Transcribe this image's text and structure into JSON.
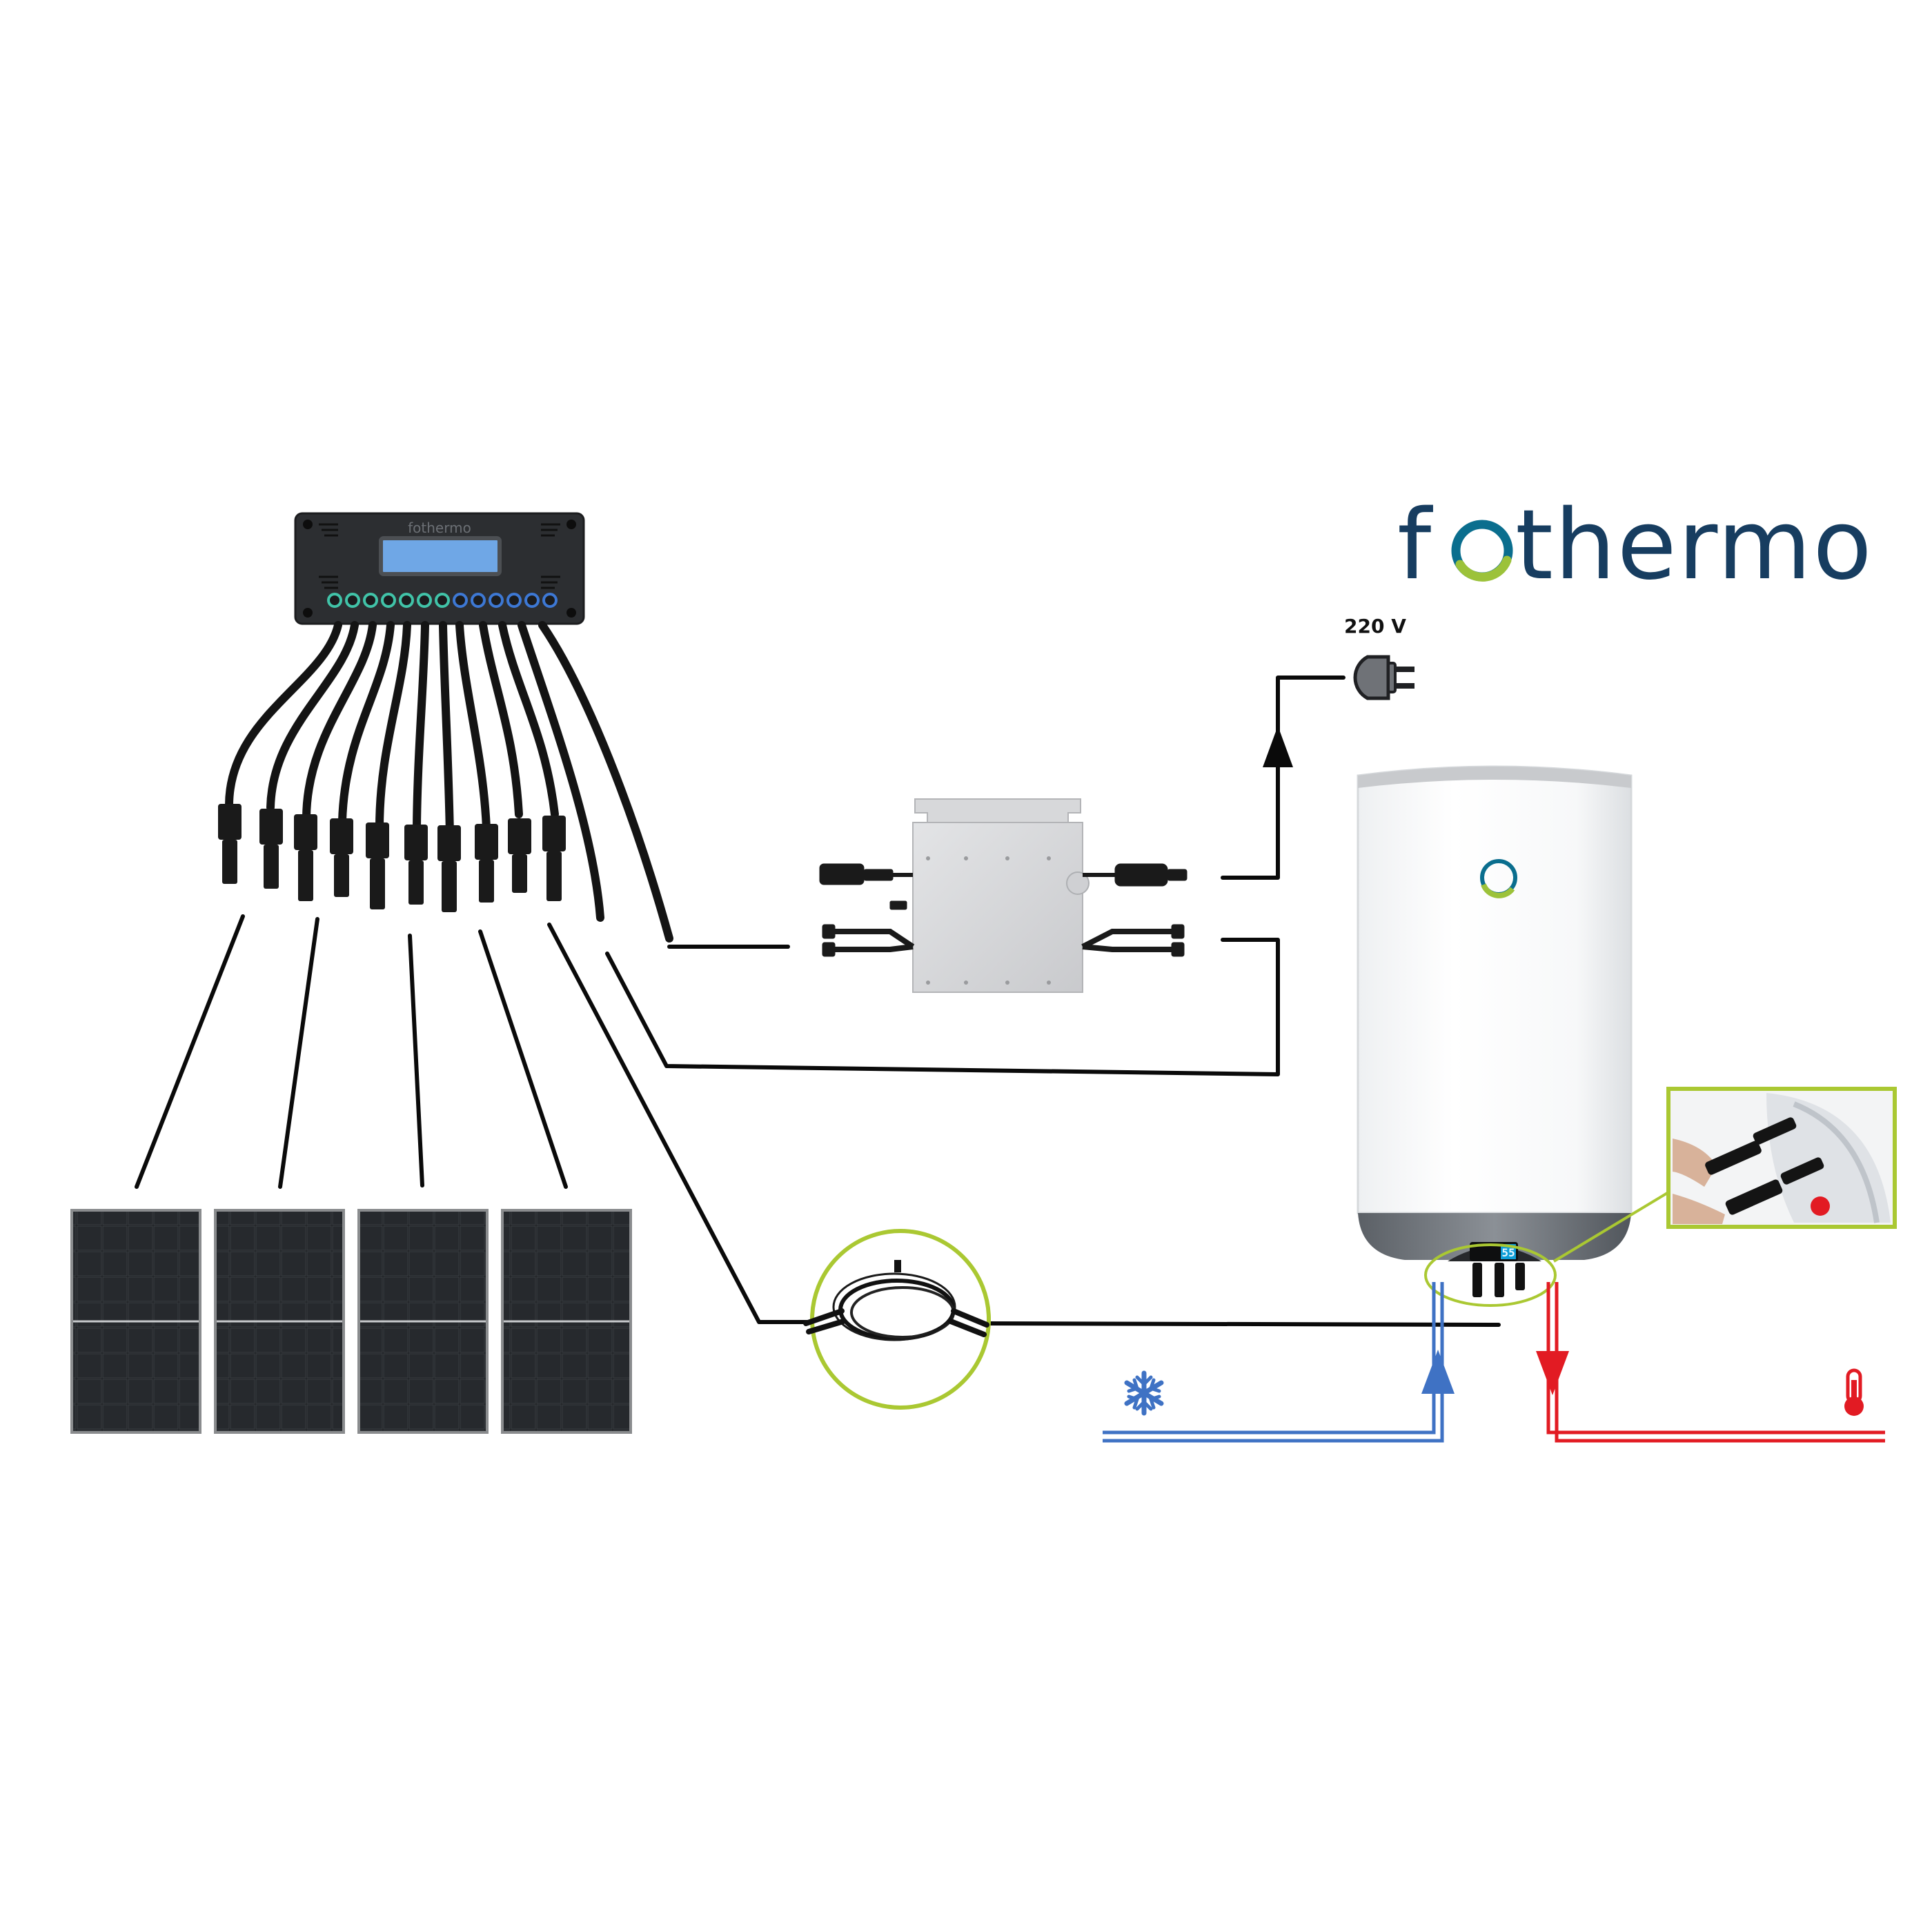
{
  "brand": {
    "name_prefix": "f",
    "name_suffix": "thermo",
    "text_color": "#173d60",
    "ring_colors": [
      "#0a6e8e",
      "#9cc23a"
    ]
  },
  "power_plug": {
    "label": "220 V"
  },
  "controller": {
    "printed_brand": "fothermo"
  },
  "heater_display": {
    "reading": "55"
  },
  "cold_water": {
    "icon": "snowflake-icon",
    "color": "#3f72c4"
  },
  "hot_water": {
    "icon": "thermometer-icon",
    "color": "#e21b23"
  },
  "highlight_color": "#aac832",
  "components": {
    "solar_panels": 4,
    "panel_connectors": 10
  }
}
